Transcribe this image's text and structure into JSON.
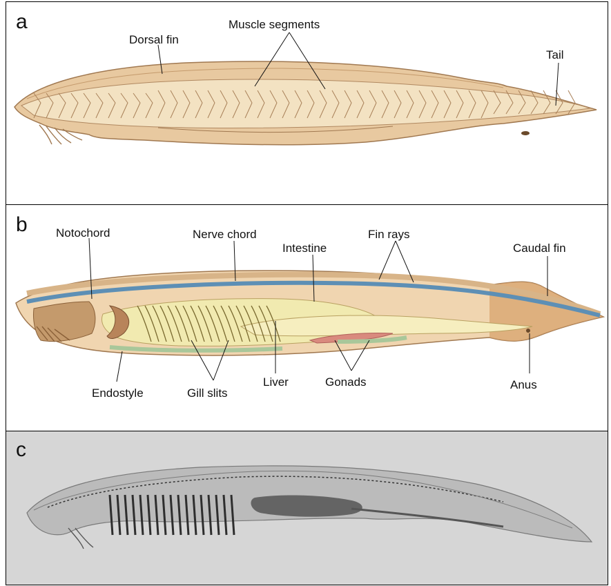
{
  "panels": [
    {
      "letter": "a",
      "labels": {
        "dorsal_fin": "Dorsal fin",
        "muscle_segments": "Muscle segments",
        "tail": "Tail"
      }
    },
    {
      "letter": "b",
      "labels": {
        "notochord": "Notochord",
        "nerve_chord": "Nerve chord",
        "intestine": "Intestine",
        "fin_rays": "Fin rays",
        "caudal_fin": "Caudal fin",
        "endostyle": "Endostyle",
        "gill_slits": "Gill slits",
        "liver": "Liver",
        "gonads": "Gonads",
        "anus": "Anus"
      }
    },
    {
      "letter": "c"
    }
  ],
  "colors": {
    "body_tan": "#e8c9a0",
    "body_outline": "#a07850",
    "notochord_blue": "#5d8fb5",
    "pharynx_yellow": "#f1eab0",
    "gonad_pink": "#d98a7e",
    "endostyle_green": "#a9c79a",
    "photo_background": "#d6d6d6"
  }
}
